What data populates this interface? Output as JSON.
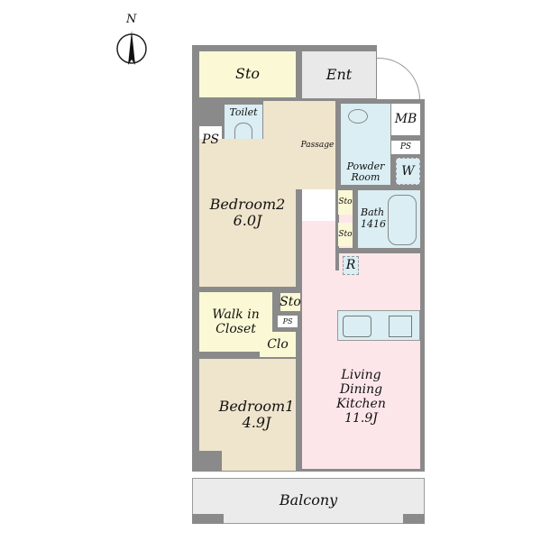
{
  "compass": {
    "label": "N"
  },
  "rooms": {
    "storage_top": "Sto",
    "entrance": "Ent",
    "toilet": "Toilet",
    "ps_left": "PS",
    "passage": "Passage",
    "powder_room": [
      "Powder",
      "Room"
    ],
    "meter_box": "MB",
    "ps_right": "PS",
    "washer": "W",
    "bedroom2": {
      "name": "Bedroom2",
      "size": "6.0J"
    },
    "sto_upper": "Sto",
    "sto_lower": "Sto",
    "bath": {
      "name": "Bath",
      "size": "1416"
    },
    "refrigerator": "R",
    "walk_in_closet": [
      "Walk in",
      "Closet"
    ],
    "sto_small": "Sto",
    "ps_small": "PS",
    "closet": "Clo",
    "bedroom1": {
      "name": "Bedroom1",
      "size": "4.9J"
    },
    "ldk": {
      "lines": [
        "Living",
        "Dining",
        "Kitchen"
      ],
      "size": "11.9J"
    },
    "balcony": "Balcony"
  },
  "colors": {
    "storage": "#fbf9d5",
    "wet": "#daeef3",
    "bedroom": "#efe4cc",
    "ldk": "#fde6e9",
    "entrance": "#e9e9e9",
    "wall": "#8a8a8a"
  }
}
